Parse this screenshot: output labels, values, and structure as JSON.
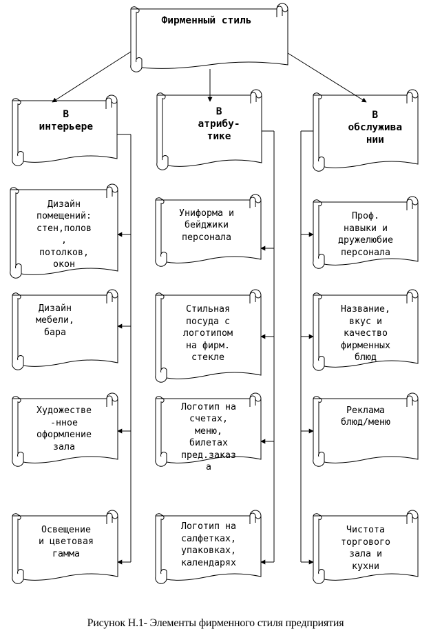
{
  "root": {
    "label": "Фирменный стиль"
  },
  "categories": [
    {
      "label": "В\nинтерьере",
      "items": [
        "Дизайн\nпомещений:\nстен,полов\n,\nпотолков,\nокон",
        "Дизайн\nмебели,\nбара",
        "Художестве\n-нное\nоформление\nзала",
        "Освещение\nи цветовая\nгамма"
      ]
    },
    {
      "label": "В\nатрибу-\nтике",
      "items": [
        "Униформа и\nбейджики\nперсонала",
        "Стильная\nпосуда с\nлоготипом\nна фирм.\nстекле",
        "Логотип на\nсчетах,\nменю,\nбилетах\nпред.заказ\nа",
        "Логотип на\nсалфетках,\nупаковках,\nкалендарях"
      ]
    },
    {
      "label": "В\nобслужива\nнии",
      "items": [
        "Проф.\nнавыки и\nдружелюбие\nперсонала",
        "Название,\nвкус и\nкачество\nфирменных\nблюд",
        "Реклама\nблюд/меню",
        "Чистота\nторгового\nзала и\nкухни"
      ]
    }
  ],
  "caption": "Рисунок Н.1- Элементы фирменного стиля предприятия"
}
